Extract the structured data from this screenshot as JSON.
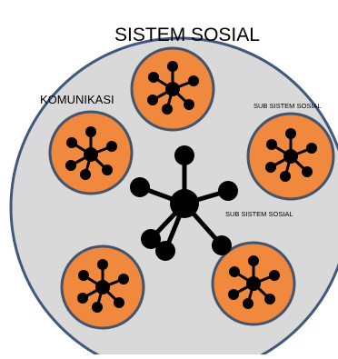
{
  "diagram": {
    "title": "SISTEM SOSIAL",
    "labels": {
      "komunikasi": "KOMUNIKASI",
      "sub_right": "SUB SISTEM SOSIAL",
      "sub_center": "SUB SISTEM SOSIAL"
    },
    "colors": {
      "system_fill": "#D9D9D9",
      "system_border": "#41587E",
      "subsystem_fill": "#F0883E",
      "subsystem_border": "#44546A",
      "node": "#000000"
    }
  }
}
